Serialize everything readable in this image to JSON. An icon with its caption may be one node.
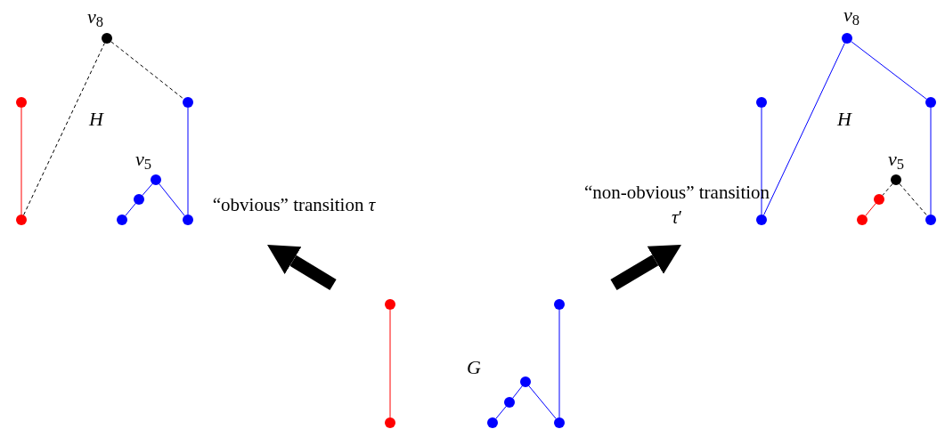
{
  "diagram": {
    "nodes": [
      {
        "text": [],
        "shape": "circle",
        "beside": [
          "*v*$_{8}$"
        ]
      },
      {
        "text": [],
        "shape": "circle"
      },
      {
        "text": [],
        "shape": "circle"
      },
      {
        "text": [],
        "shape": "circle"
      },
      {
        "text": [],
        "shape": "circle",
        "beside": [
          "*v*$_{5}$"
        ]
      },
      {
        "text": [],
        "shape": "circle"
      },
      {
        "text": [],
        "shape": "circle"
      },
      {
        "text": [],
        "shape": "circle"
      },
      {
        "text": [
          "“obvious” transition *τ*"
        ]
      },
      {
        "text": [
          "“non-obvious” transition *τ*′"
        ]
      },
      {
        "text": [],
        "shape": "circle",
        "beside": [
          "*v*$_{8}$"
        ]
      },
      {
        "text": [],
        "shape": "circle"
      },
      {
        "text": [],
        "shape": "circle"
      },
      {
        "text": [],
        "shape": "circle",
        "beside": [
          "*v*$_{5}$"
        ]
      },
      {
        "text": [],
        "shape": "circle"
      },
      {
        "text": [],
        "shape": "circle"
      },
      {
        "text": [],
        "shape": "circle"
      },
      {
        "text": [],
        "shape": "circle"
      },
      {
        "text": [],
        "shape": "circle"
      },
      {
        "text": [],
        "shape": "circle"
      },
      {
        "text": [],
        "shape": "circle"
      },
      {
        "text": [],
        "shape": "circle"
      },
      {
        "text": [],
        "shape": "circle"
      },
      {
        "text": [],
        "shape": "circle"
      },
      {
        "text": [],
        "shape": "circle"
      }
    ],
    "edges": [
      {
        "from": 1,
        "to": 3,
        "arrow": "none",
        "color": "#ff0000"
      },
      {
        "from": 3,
        "to": 0,
        "arrow": "none",
        "style": "dashed",
        "color": "#000000"
      },
      {
        "from": 0,
        "to": 2,
        "arrow": "none",
        "style": "dashed",
        "color": "#000000"
      },
      {
        "from": 2,
        "to": 7,
        "arrow": "none"
      },
      {
        "from": 4,
        "to": 7,
        "arrow": "none"
      },
      {
        "from": 4,
        "to": 5,
        "arrow": "none"
      },
      {
        "from": 5,
        "to": 6,
        "arrow": "none"
      },
      {
        "from": 11,
        "to": 15,
        "arrow": "none"
      },
      {
        "from": 15,
        "to": 10,
        "arrow": "none"
      },
      {
        "from": 10,
        "to": 12,
        "arrow": "none"
      },
      {
        "from": 12,
        "to": 17,
        "arrow": "none"
      },
      {
        "from": 13,
        "to": 17,
        "arrow": "none",
        "style": "dashed",
        "color": "#000000"
      },
      {
        "from": 13,
        "to": 14,
        "arrow": "none",
        "style": "dashed",
        "color": "#000000"
      },
      {
        "from": 14,
        "to": 16,
        "arrow": "none",
        "color": "#ff0000"
      },
      {
        "from": 18,
        "to": 22,
        "arrow": "none",
        "color": "#ff0000"
      },
      {
        "from": 19,
        "to": 24,
        "arrow": "none"
      },
      {
        "from": 20,
        "to": 24,
        "arrow": "none"
      },
      {
        "from": 20,
        "to": 21,
        "arrow": "none"
      },
      {
        "from": 21,
        "to": 23,
        "arrow": "none"
      },
      {
        "from": null,
        "to": 8,
        "arrow": "to",
        "style": "thick",
        "color": "#000000"
      },
      {
        "from": null,
        "to": 9,
        "arrow": "to",
        "style": "thick",
        "color": "#000000"
      }
    ],
    "labels": [
      "H",
      "H",
      "G"
    ]
  }
}
